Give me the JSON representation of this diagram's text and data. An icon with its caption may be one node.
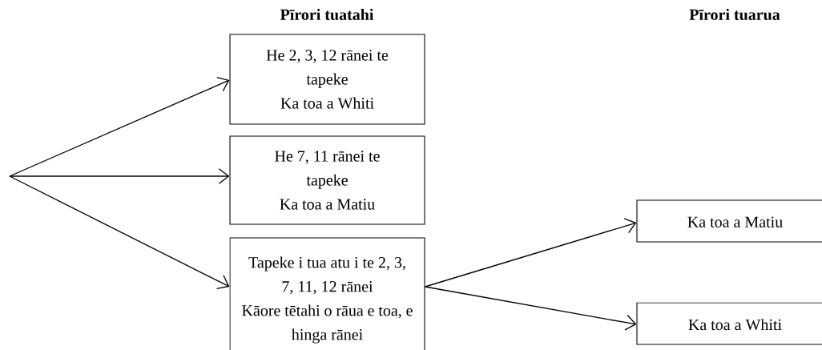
{
  "diagram": {
    "nodes": [
      {
        "text": [
          "He 2, 3, 12 rānei te tapeke",
          "Ka toa a Whiti"
        ]
      },
      {
        "text": [
          "He 7, 11 rānei te tapeke",
          "Ka toa a Matiu"
        ]
      },
      {
        "text": [
          "Tapeke i tua atu i te 2, 3, 7, 11, 12 rānei",
          "Kāore tētahi o rāua e toa, e hinga rānei"
        ]
      },
      {
        "text": [
          "Ka toa a Matiu"
        ]
      },
      {
        "text": [
          "Ka toa a Whiti"
        ]
      }
    ],
    "edges": [
      {
        "from": null,
        "to": 0,
        "arrow": "to"
      },
      {
        "from": null,
        "to": 1,
        "arrow": "to"
      },
      {
        "from": null,
        "to": 2,
        "arrow": "to"
      },
      {
        "from": 2,
        "to": 3,
        "arrow": "to"
      },
      {
        "from": 2,
        "to": 4,
        "arrow": "to"
      }
    ],
    "labels": [
      "Pīrori tuatahi",
      "Pīrori tuarua"
    ]
  }
}
